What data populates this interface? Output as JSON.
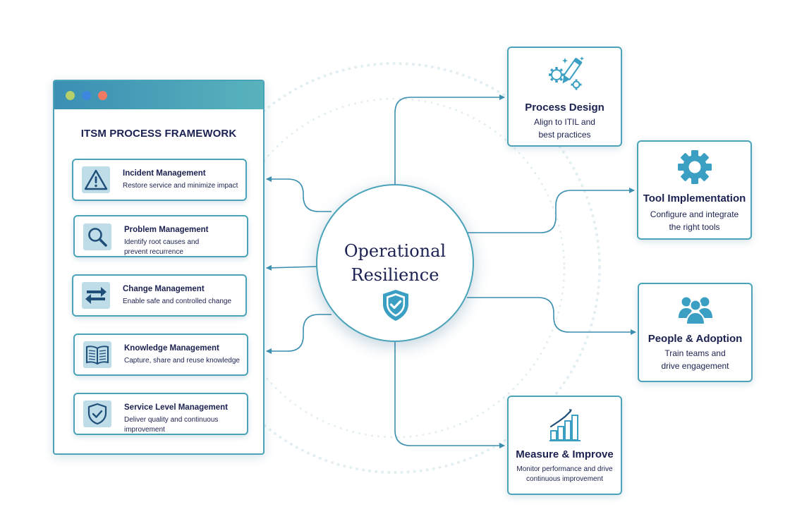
{
  "framework": {
    "title": "ITSM PROCESS FRAMEWORK",
    "items": [
      {
        "title": "Incident Management",
        "desc": "Restore service and minimize impact",
        "icon": "warning-icon"
      },
      {
        "title": "Problem Management",
        "desc": "Identify root causes and\nprevent recurrence",
        "icon": "magnifier-icon"
      },
      {
        "title": "Change Management",
        "desc": "Enable safe and controlled change",
        "icon": "swap-arrows-icon"
      },
      {
        "title": "Knowledge Management",
        "desc": "Capture, share and reuse knowledge",
        "icon": "book-icon"
      },
      {
        "title": "Service Level Management",
        "desc": "Deliver quality and continuous\nimprovement",
        "icon": "shield-check-icon"
      }
    ]
  },
  "center": {
    "title": "Operational\nResilience",
    "icon": "shield-check-icon"
  },
  "cards": {
    "process_design": {
      "title": "Process Design",
      "desc": "Align to ITIL and\nbest practices",
      "icon": "gears-pencil-icon"
    },
    "tool_implementation": {
      "title": "Tool Implementation",
      "desc": "Configure and integrate\nthe right tools",
      "icon": "gear-icon"
    },
    "people_adoption": {
      "title": "People & Adoption",
      "desc": "Train teams and\ndrive engagement",
      "icon": "people-icon"
    },
    "measure_improve": {
      "title": "Measure & Improve",
      "desc": "Monitor performance and drive\ncontinuous improvement",
      "icon": "bar-chart-growth-icon"
    }
  },
  "colors": {
    "accent": "#4aa3b8",
    "text": "#1b2150",
    "icon_bg": "#bfdde9",
    "icon_dark": "#1f4e79",
    "icon_blue": "#3a9fc2"
  }
}
